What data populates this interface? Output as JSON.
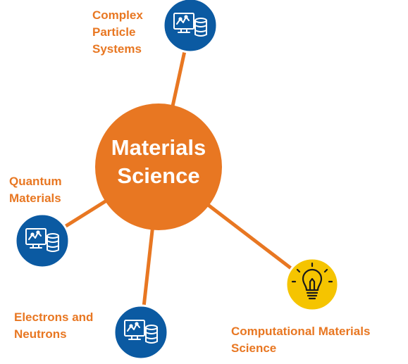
{
  "center": {
    "line1": "Materials",
    "line2": "Science"
  },
  "nodes": [
    {
      "id": "complex-particle-systems",
      "lines": [
        "Complex",
        "Particle",
        "Systems"
      ],
      "icon": "analytics-database-icon"
    },
    {
      "id": "quantum-materials",
      "lines": [
        "Quantum",
        "Materials"
      ],
      "icon": "analytics-database-icon"
    },
    {
      "id": "electrons-and-neutrons",
      "lines": [
        "Electrons and",
        "Neutrons"
      ],
      "icon": "analytics-database-icon"
    },
    {
      "id": "computational-materials-science",
      "lines": [
        "Computational Materials",
        "Science"
      ],
      "icon": "lightbulb-icon"
    }
  ],
  "colors": {
    "accent": "#e87722",
    "node_blue": "#0b5aa2",
    "node_yellow": "#f5c400",
    "text_white": "#ffffff"
  }
}
